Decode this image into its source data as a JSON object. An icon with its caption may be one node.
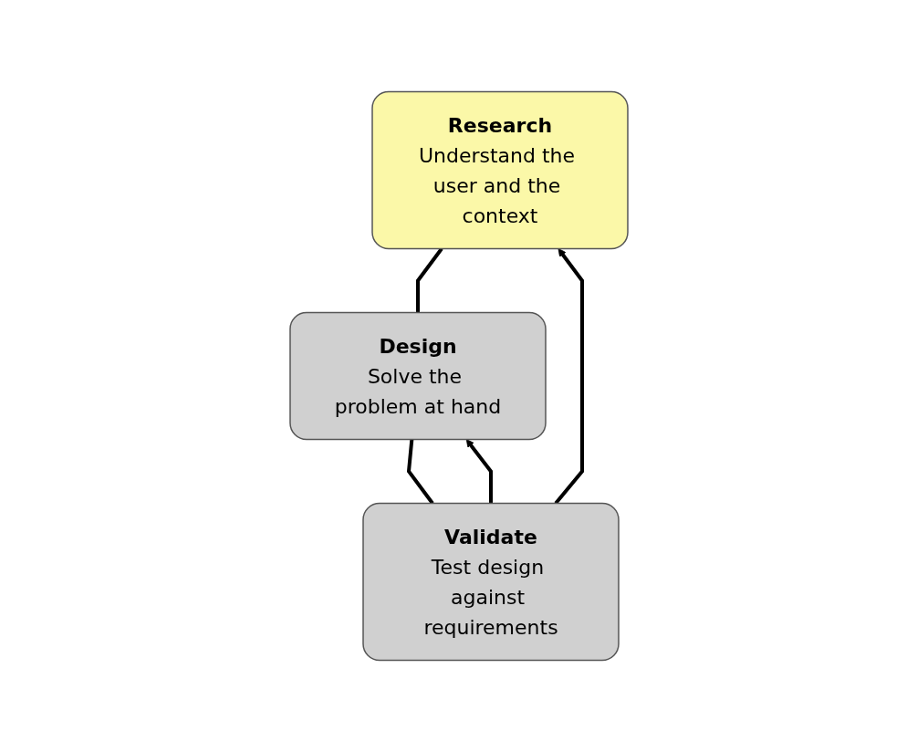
{
  "diagram": {
    "nodes": [
      {
        "text": [
          "Research",
          "Understand the user and the context"
        ]
      },
      {
        "text": [
          "Design",
          "Solve the problem at hand"
        ]
      },
      {
        "text": [
          "Validate",
          "Test design against requirements"
        ]
      }
    ],
    "edges": [
      {
        "from": 0,
        "to": 1,
        "arrow": "none"
      },
      {
        "from": 1,
        "to": 2,
        "arrow": "none"
      },
      {
        "from": 2,
        "to": 0,
        "arrow": "to"
      },
      {
        "from": 2,
        "to": 1,
        "arrow": "to"
      }
    ]
  }
}
